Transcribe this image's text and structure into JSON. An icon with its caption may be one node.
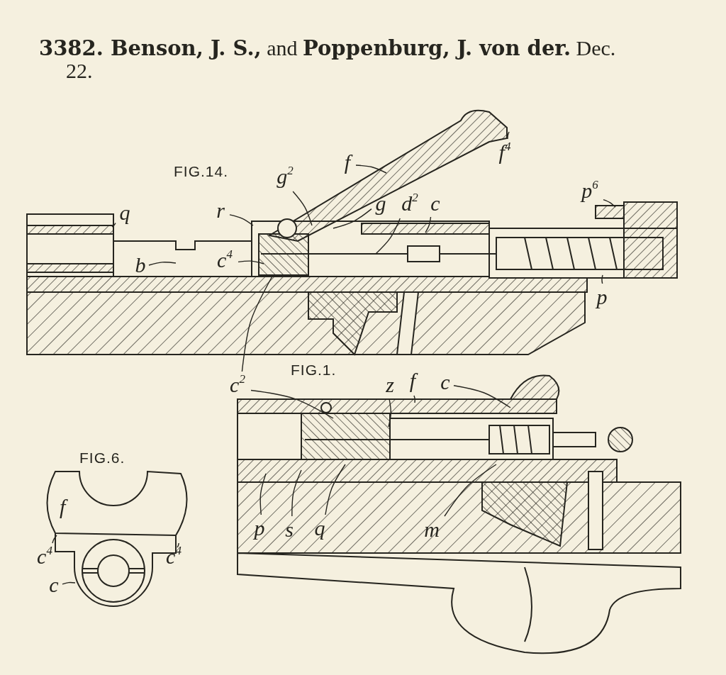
{
  "diagram": {
    "title": "**3382.  Benson, J. S.,** and **Poppenburg, J. von der.** Dec. 22.",
    "nodes": [
      {
        "text": [
          "f$^{4}$"
        ]
      },
      {
        "text": [
          "f"
        ]
      },
      {
        "text": [
          "g$^{2}$"
        ]
      },
      {
        "text": [
          "p$^{6}$"
        ]
      },
      {
        "text": [
          "r"
        ]
      },
      {
        "text": [
          "q"
        ]
      },
      {
        "text": [
          "g"
        ]
      },
      {
        "text": [
          "d$^{2}$"
        ]
      },
      {
        "text": [
          "c"
        ]
      },
      {
        "text": [
          "c$^{4}$"
        ]
      },
      {
        "text": [
          "b"
        ]
      },
      {
        "text": [
          "p"
        ]
      },
      {
        "text": [
          "c$^{2}$"
        ]
      },
      {
        "text": [
          "z"
        ]
      },
      {
        "text": [
          "f"
        ]
      },
      {
        "text": [
          "c"
        ]
      },
      {
        "text": [
          "p"
        ]
      },
      {
        "text": [
          "s"
        ]
      },
      {
        "text": [
          "q"
        ]
      },
      {
        "text": [
          "m"
        ]
      },
      {
        "text": [
          "c$^{4}$"
        ]
      },
      {
        "text": [
          "c$^{4}$"
        ]
      },
      {
        "text": [
          "c"
        ]
      }
    ],
    "edges": [
      {
        "from": 0,
        "to": null,
        "arrow": "none"
      },
      {
        "from": 1,
        "to": null,
        "arrow": "none"
      },
      {
        "from": 2,
        "to": null,
        "arrow": "none"
      },
      {
        "from": 3,
        "to": null,
        "arrow": "none"
      },
      {
        "from": 4,
        "to": null,
        "arrow": "none"
      },
      {
        "from": 5,
        "to": null,
        "arrow": "none"
      },
      {
        "from": 6,
        "to": null,
        "arrow": "none"
      },
      {
        "from": 7,
        "to": null,
        "arrow": "none"
      },
      {
        "from": 8,
        "to": null,
        "arrow": "none"
      },
      {
        "from": 9,
        "to": null,
        "arrow": "none"
      },
      {
        "from": 10,
        "to": null,
        "arrow": "none"
      },
      {
        "from": 11,
        "to": null,
        "arrow": "none"
      },
      {
        "from": 12,
        "to": null,
        "arrow": "none"
      },
      {
        "from": 12,
        "to": null,
        "arrow": "none"
      },
      {
        "from": 13,
        "to": null,
        "arrow": "none"
      },
      {
        "from": 14,
        "to": null,
        "arrow": "none"
      },
      {
        "from": 15,
        "to": null,
        "arrow": "none"
      },
      {
        "from": 16,
        "to": null,
        "arrow": "none"
      },
      {
        "from": 17,
        "to": null,
        "arrow": "none"
      },
      {
        "from": 18,
        "to": null,
        "arrow": "none"
      },
      {
        "from": 19,
        "to": null,
        "arrow": "none"
      },
      {
        "from": 20,
        "to": null,
        "arrow": "none"
      },
      {
        "from": 21,
        "to": null,
        "arrow": "none"
      },
      {
        "from": 22,
        "to": null,
        "arrow": "none"
      }
    ],
    "labels": [
      "FIG.14.",
      "FIG.1.",
      "FIG.6.",
      "f"
    ]
  }
}
